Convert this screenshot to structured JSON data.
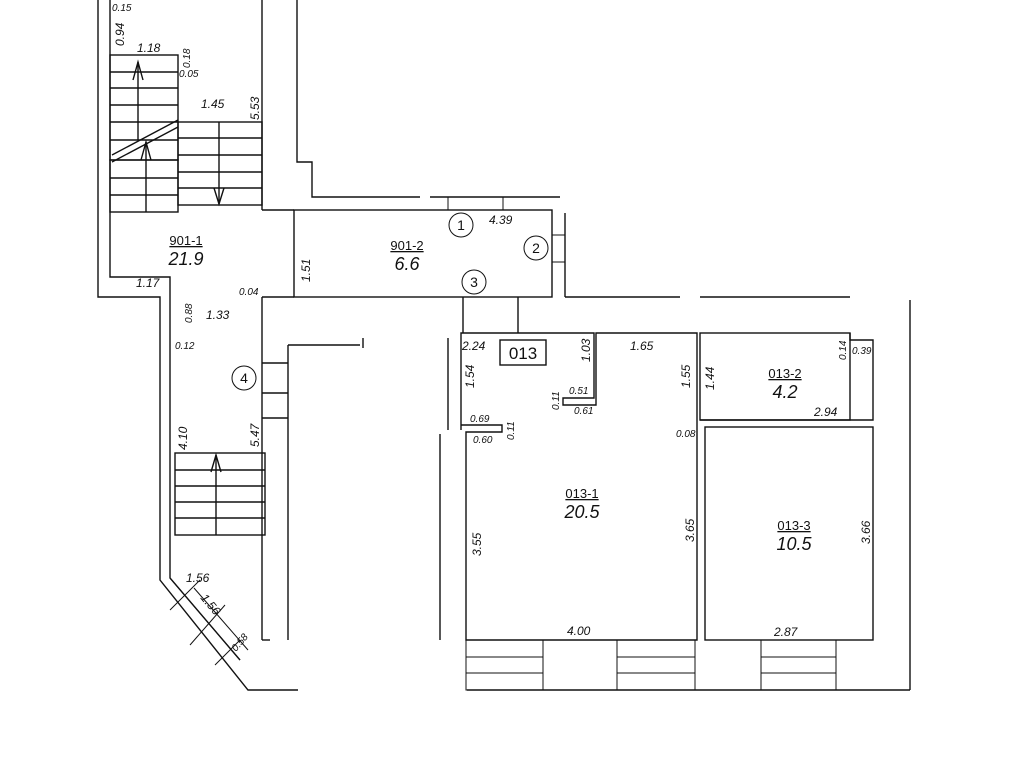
{
  "rooms": {
    "r901_1": {
      "id": "901-1",
      "area": "21.9"
    },
    "r901_2": {
      "id": "901-2",
      "area": "6.6"
    },
    "r013_1": {
      "id": "013-1",
      "area": "20.5"
    },
    "r013_2": {
      "id": "013-2",
      "area": "4.2"
    },
    "r013_3": {
      "id": "013-3",
      "area": "10.5"
    }
  },
  "unit_label": "013",
  "markers": [
    "1",
    "2",
    "3",
    "4"
  ],
  "dimensions": {
    "d0_15": "0.15",
    "d0_94": "0.94",
    "d1_18": "1.18",
    "d0_18": "0.18",
    "d0_05": "0.05",
    "d1_45": "1.45",
    "d5_53": "5.53",
    "d4_39": "4.39",
    "d1_51": "1.51",
    "d1_17": "1.17",
    "d0_04": "0.04",
    "d0_88": "0.88",
    "d1_33": "1.33",
    "d0_12": "0.12",
    "d4_10": "4.10",
    "d5_47": "5.47",
    "d1_56a": "1.56",
    "d1_56b": "1.56",
    "d0_58": "0.58",
    "d2_24": "2.24",
    "d1_03": "1.03",
    "d1_65": "1.65",
    "d1_54": "1.54",
    "d0_51": "0.51",
    "d0_11a": "0.11",
    "d0_61": "0.61",
    "d0_69": "0.69",
    "d0_60": "0.60",
    "d0_11b": "0.11",
    "d1_55": "1.55",
    "d1_44": "1.44",
    "d0_14": "0.14",
    "d0_39": "0.39",
    "d2_94": "2.94",
    "d0_08": "0.08",
    "d3_55": "3.55",
    "d3_65": "3.65",
    "d3_66": "3.66",
    "d4_00": "4.00",
    "d2_87": "2.87"
  }
}
